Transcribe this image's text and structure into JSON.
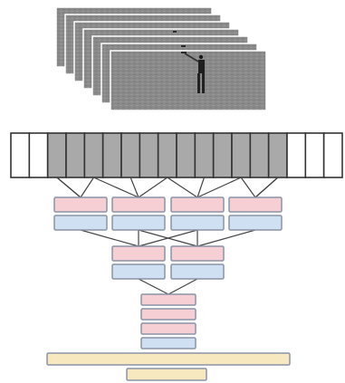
{
  "figure": {
    "input_frame_count": 7,
    "feature_strip_cell_count": 18,
    "highlighted_cells": {
      "from_index": 2,
      "to_index": 14
    },
    "layers": [
      {
        "block_count": 4,
        "colors": [
          "pink",
          "blue"
        ]
      },
      {
        "block_count": 2,
        "colors": [
          "pink",
          "blue"
        ]
      },
      {
        "block_count": 1,
        "colors": [
          "pink",
          "pink",
          "pink",
          "blue"
        ]
      },
      {
        "block_count": 1,
        "colors": [
          "yellow",
          "yellow"
        ]
      }
    ]
  },
  "colors": {
    "pink_fill": "#f6cfd4",
    "blue_fill": "#cfe0f3",
    "yellow_fill": "#f8e8c0",
    "block_stroke": "#8a93a6",
    "frame_fill": "#8d8d8d",
    "cell_fill_gray": "#a9a9a9",
    "cell_fill_white": "#ffffff",
    "line": "#444444"
  }
}
